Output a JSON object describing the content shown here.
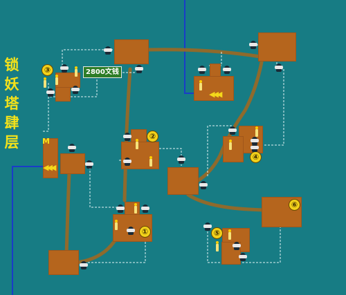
{
  "title": "锁妖塔肆层",
  "title_chars": [
    "锁",
    "妖",
    "塔",
    "肆",
    "层"
  ],
  "price_tag": "2800文钱",
  "markers": [
    "③",
    "②",
    "④",
    "⑤",
    "⑥",
    "①"
  ],
  "entrance_label": "M",
  "arrow_glyph": "◀◀◀",
  "colors": {
    "background": "#177c84",
    "room": "#b5651d",
    "path": "#8f6a2c",
    "dashed": "#e0f2f4",
    "marker": "#f3d21a",
    "exit_line": "#1a3cc8"
  }
}
